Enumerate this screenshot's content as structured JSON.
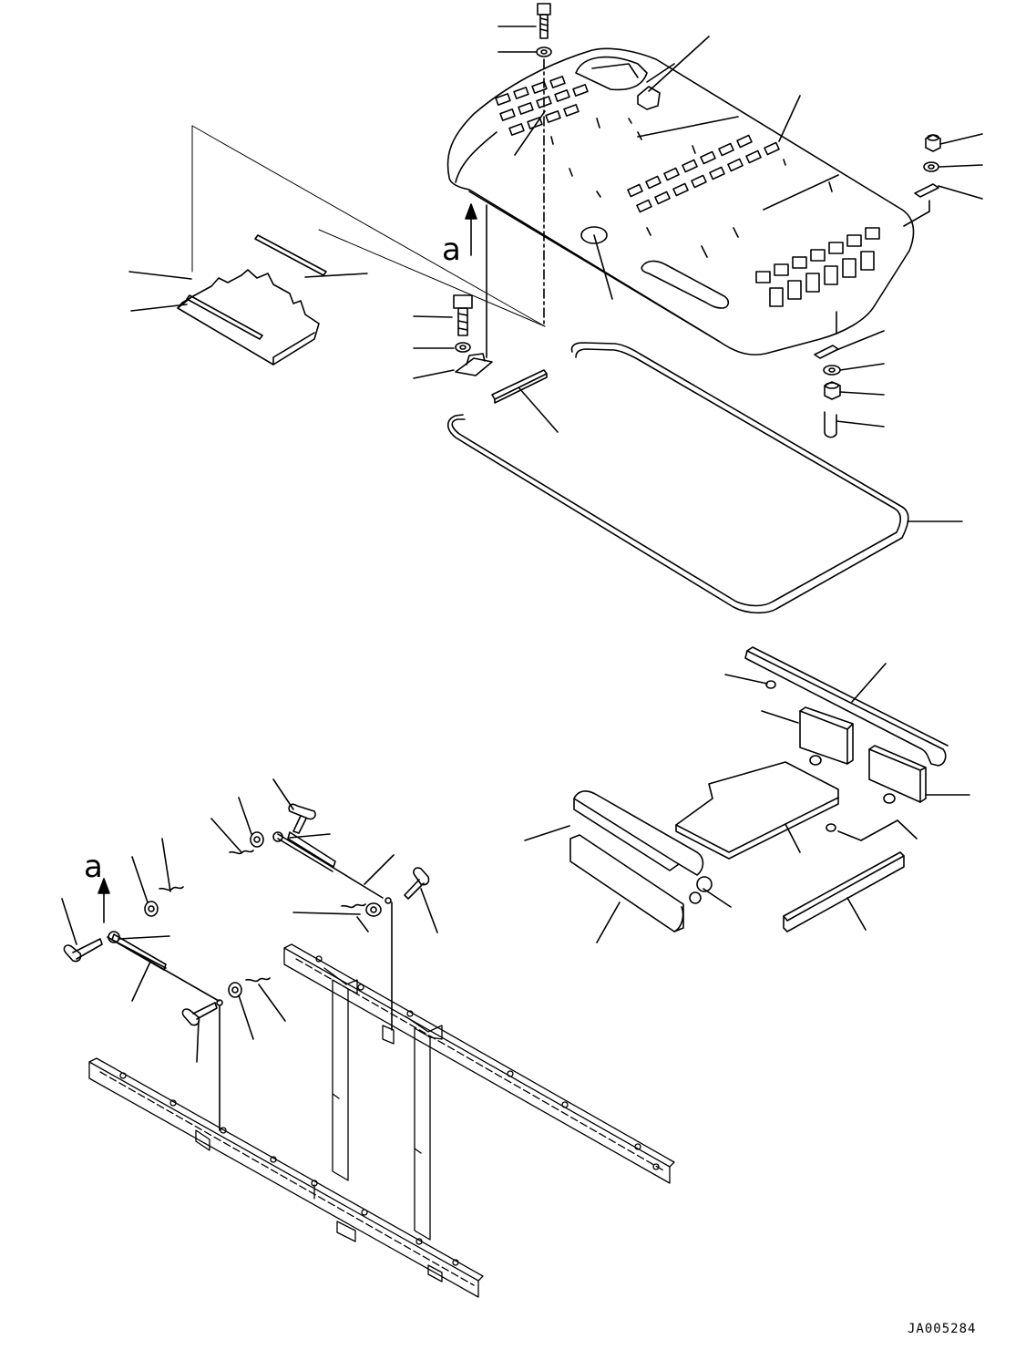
{
  "diagram": {
    "view_marker_top": "a",
    "view_marker_bottom": "a",
    "drawing_code": "JA005284"
  }
}
